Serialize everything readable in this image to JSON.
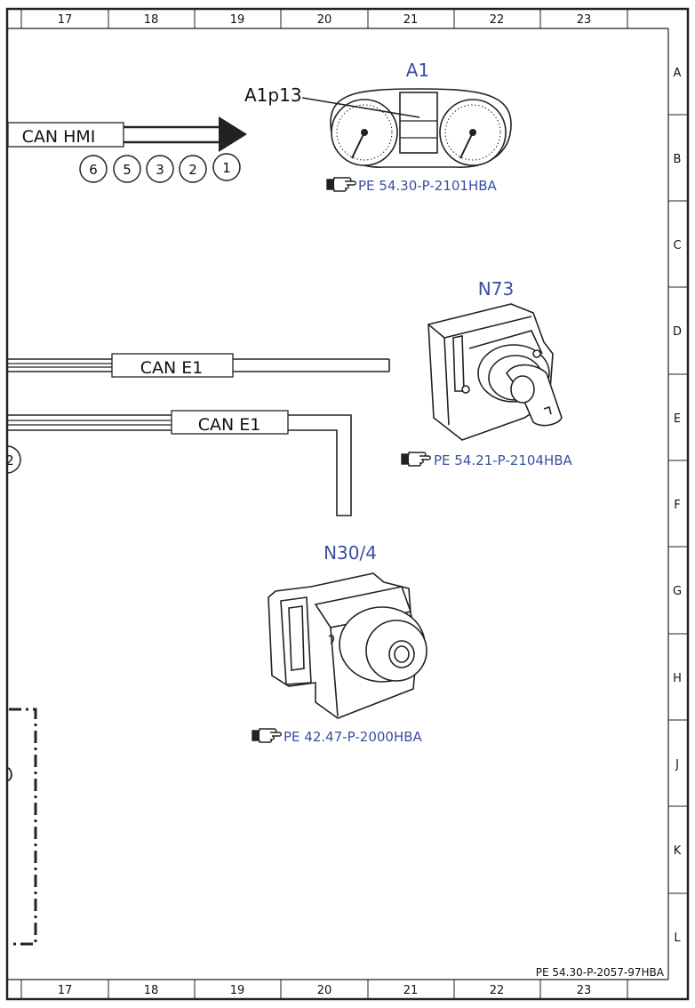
{
  "frame": {
    "columns": [
      "17",
      "18",
      "19",
      "20",
      "21",
      "22",
      "23"
    ],
    "rows": [
      "A",
      "B",
      "C",
      "D",
      "E",
      "F",
      "G",
      "H",
      "J",
      "K",
      "L"
    ],
    "document_code": "PE 54.30-P-2057-97HBA"
  },
  "components": {
    "a1": {
      "title": "A1",
      "callout": "A1p13",
      "reference": "PE 54.30-P-2101HBA",
      "icon": "pointing-hand-icon"
    },
    "n73": {
      "title": "N73",
      "reference": "PE 54.21-P-2104HBA",
      "icon": "pointing-hand-icon"
    },
    "n30_4": {
      "title": "N30/4",
      "reference": "PE 42.47-P-2000HBA",
      "icon": "pointing-hand-icon"
    }
  },
  "buses": {
    "can_hmi": {
      "label": "CAN HMI",
      "nodes": [
        "6",
        "5",
        "3",
        "2",
        "1"
      ]
    },
    "can_e1_top": {
      "label": "CAN E1"
    },
    "can_e1_bottom": {
      "label": "CAN E1"
    },
    "partial_node": "2"
  }
}
